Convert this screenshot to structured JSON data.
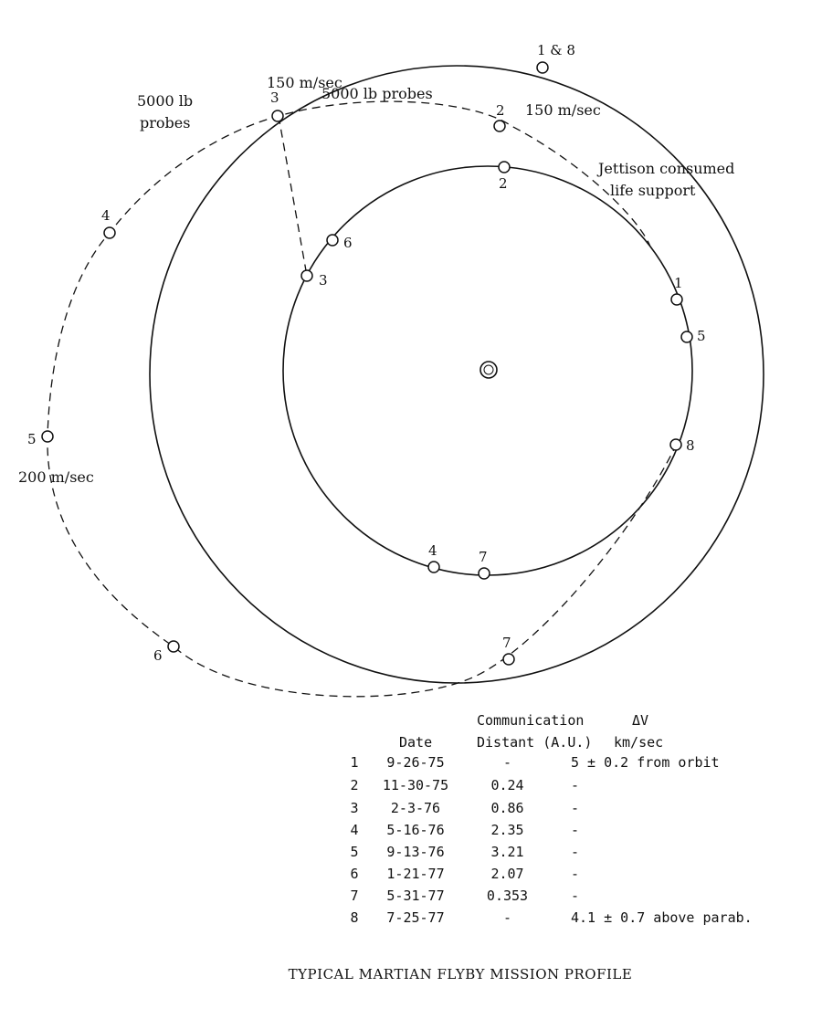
{
  "diagram": {
    "annotations": {
      "probes_left_1": "5000 lb",
      "probes_left_2": "probes",
      "probes_top": "5000 lb probes",
      "dv_top": "150 m/sec",
      "dv_right": "150 m/sec",
      "dv_left": "200 m/sec",
      "jettison_1": "Jettison consumed",
      "jettison_2": "life support"
    },
    "mars_labels": [
      "1 & 8",
      "2",
      "3",
      "4",
      "5",
      "6",
      "7"
    ],
    "earth_labels": [
      "1",
      "2",
      "3",
      "4",
      "5",
      "6",
      "7",
      "8"
    ]
  },
  "table": {
    "headers": {
      "date": "Date",
      "communication": "Communication",
      "delta_v": "ΔV",
      "distant": "Distant (A.U.)",
      "units": "km/sec"
    },
    "rows": [
      {
        "num": "1",
        "date": "9-26-75",
        "distance": "-",
        "dv": "5 ± 0.2 from orbit"
      },
      {
        "num": "2",
        "date": "11-30-75",
        "distance": "0.24",
        "dv": "-"
      },
      {
        "num": "3",
        "date": "2-3-76",
        "distance": "0.86",
        "dv": "-"
      },
      {
        "num": "4",
        "date": "5-16-76",
        "distance": "2.35",
        "dv": "-"
      },
      {
        "num": "5",
        "date": "9-13-76",
        "distance": "3.21",
        "dv": "-"
      },
      {
        "num": "6",
        "date": "1-21-77",
        "distance": "2.07",
        "dv": "-"
      },
      {
        "num": "7",
        "date": "5-31-77",
        "distance": "0.353",
        "dv": "-"
      },
      {
        "num": "8",
        "date": "7-25-77",
        "distance": "-",
        "dv": "4.1 ± 0.7 above parab."
      }
    ]
  },
  "caption": "TYPICAL MARTIAN FLYBY MISSION PROFILE"
}
